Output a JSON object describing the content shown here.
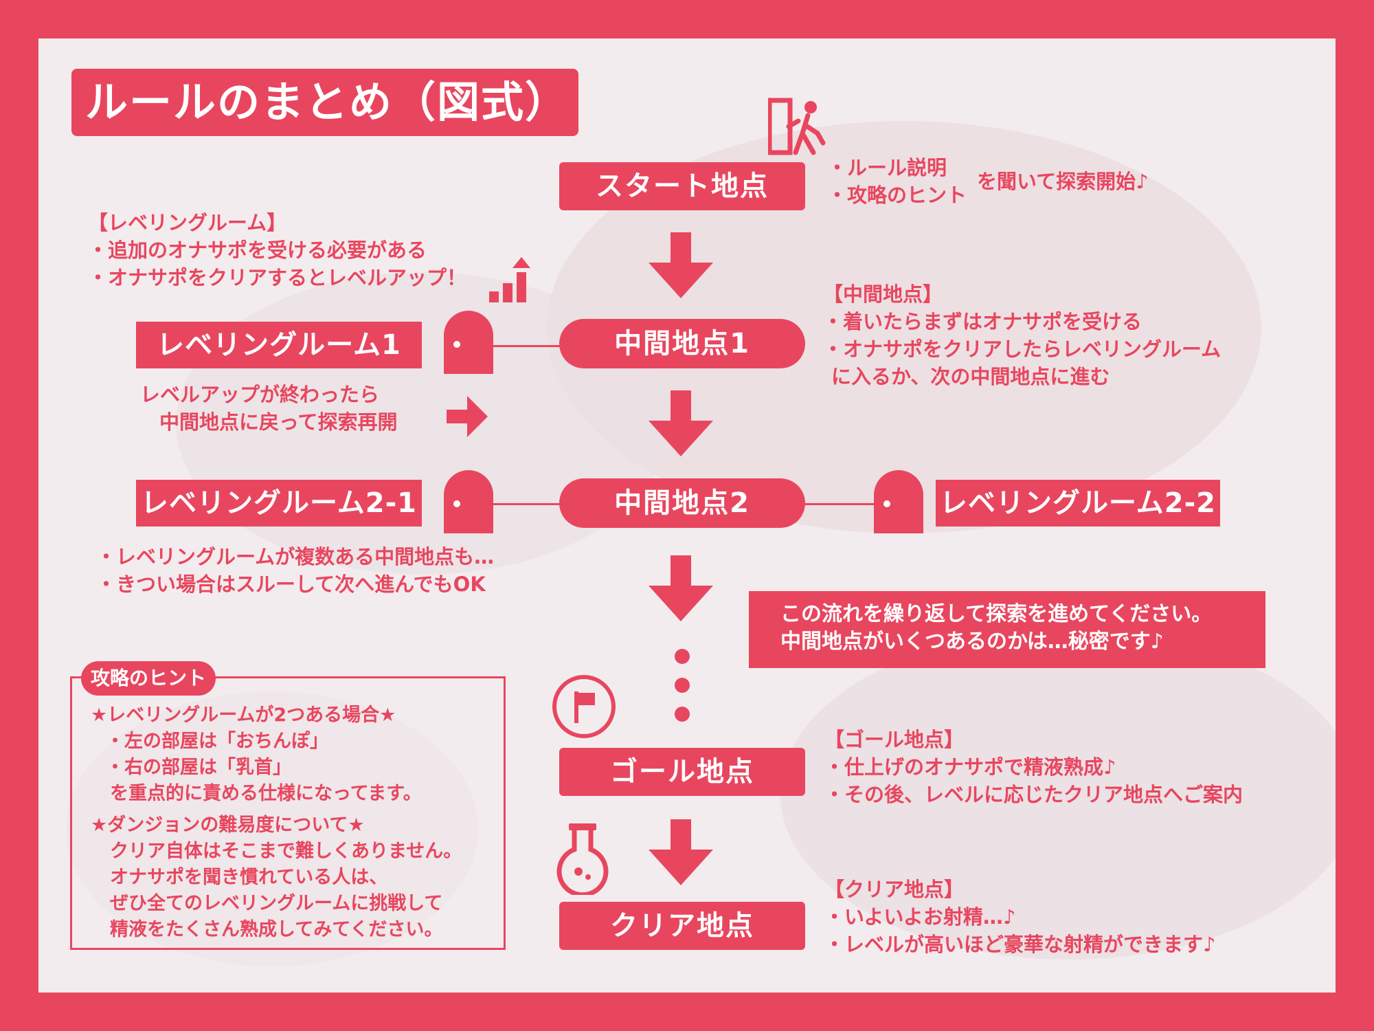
{
  "title": "ルールのまとめ（図式）",
  "nodes": {
    "start": "スタート地点",
    "mid1": "中間地点1",
    "mid2": "中間地点2",
    "goal": "ゴール地点",
    "clear": "クリア地点"
  },
  "rooms": {
    "room1": "レベリングルーム1",
    "room21": "レベリングルーム2-1",
    "room22": "レベリングルーム2-2"
  },
  "start_note": {
    "line1": "・ルール説明",
    "line2": "・攻略のヒント",
    "suffix": "を聞いて探索開始♪"
  },
  "leveling_note": {
    "heading": "【レベリングルーム】",
    "line1": "・追加のオナサポを受ける必要がある",
    "line2": "・オナサポをクリアするとレベルアップ！"
  },
  "mid_note": {
    "heading": "【中間地点】",
    "line1": "・着いたらまずはオナサポを受ける",
    "line2": "・オナサポをクリアしたらレベリングルーム",
    "line3": "に入るか、次の中間地点に進む"
  },
  "return_note": {
    "line1": "レベルアップが終わったら",
    "line2": "中間地点に戻って探索再開"
  },
  "multi_note": {
    "line1": "・レベリングルームが複数ある中間地点も…",
    "line2": "・きつい場合はスルーして次へ進んでもOK"
  },
  "flow_msg": {
    "line1": "この流れを繰り返して探索を進めてください。",
    "line2": "中間地点がいくつあるのかは…秘密です♪"
  },
  "hint": {
    "tab": "攻略のヒント",
    "lines": [
      "★レベリングルームが2つある場合★",
      "・左の部屋は「おちんぽ」",
      "・右の部屋は「乳首」",
      "を重点的に責める仕様になってます。",
      "★ダンジョンの難易度について★",
      "クリア自体はそこまで難しくありません。",
      "オナサポを聞き慣れている人は、",
      "ぜひ全てのレベリングルームに挑戦して",
      "精液をたくさん熟成してみてください。"
    ]
  },
  "goal_note": {
    "heading": "【ゴール地点】",
    "line1": "・仕上げのオナサポで精液熟成♪",
    "line2": "・その後、レベルに応じたクリア地点へご案内"
  },
  "clear_note": {
    "heading": "【クリア地点】",
    "line1": "・いよいよお射精…♪",
    "line2": "・レベルが高いほど豪華な射精ができます♪"
  },
  "colors": {
    "accent": "#e8465f",
    "frame": "#e8465f",
    "panel": "#f3ecee"
  }
}
